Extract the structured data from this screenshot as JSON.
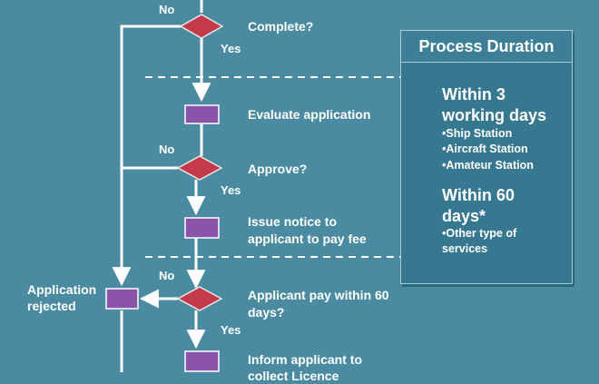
{
  "flow": {
    "no_top": "No",
    "complete_question": "Complete?",
    "yes_complete": "Yes",
    "evaluate_application": "Evaluate application",
    "no_approve": "No",
    "approve_question": "Approve?",
    "yes_approve": "Yes",
    "issue_notice_line1": "Issue notice to",
    "issue_notice_line2": "applicant   to pay fee",
    "no_pay": "No",
    "pay_question_line1": "Applicant pay within 60",
    "pay_question_line2": "days?",
    "yes_pay": "Yes",
    "rejected_line1": "Application",
    "rejected_line2": "rejected",
    "inform_applicant_line1": "Inform applicant to",
    "inform_applicant_line2": "collect Licence"
  },
  "duration_panel": {
    "title": "Process Duration",
    "group1_heading_line1": "Within 3",
    "group1_heading_line2": "working days",
    "group1_items": [
      "•Ship Station",
      "•Aircraft  Station",
      "•Amateur Station"
    ],
    "group2_heading_line1": "Within 60",
    "group2_heading_line2": "days*",
    "group2_item_line1": "•Other  type of",
    "group2_item_line2": "services"
  },
  "colors": {
    "background": "#4a8ba1",
    "decision_fill": "#c43a4a",
    "process_fill": "#8a55a8",
    "line": "#ffffff"
  }
}
